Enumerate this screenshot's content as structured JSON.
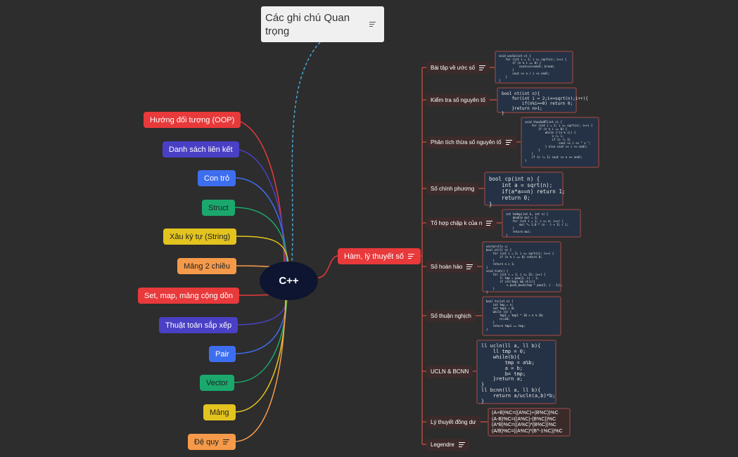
{
  "root": {
    "label": "C++"
  },
  "note_topic": {
    "label": "Các ghi chú Quan trọng"
  },
  "left_topics": [
    {
      "label": "Hướng đối tượng (OOP)",
      "color": "#e8393b"
    },
    {
      "label": "Danh sách liên kết",
      "color": "#4a40c5"
    },
    {
      "label": "Con trỏ",
      "color": "#3e6ef0"
    },
    {
      "label": "Struct",
      "color": "#1aa86c"
    },
    {
      "label": "Xâu ký tự (String)",
      "color": "#e3c41f"
    },
    {
      "label": "Mảng 2 chiều",
      "color": "#f59a4a"
    },
    {
      "label": "Set, map, mảng cộng dồn",
      "color": "#e8393b"
    },
    {
      "label": "Thuật toán sắp xếp",
      "color": "#4a40c5"
    },
    {
      "label": "Pair",
      "color": "#3e6ef0"
    },
    {
      "label": "Vector",
      "color": "#1aa86c"
    },
    {
      "label": "Mảng",
      "color": "#e3c41f"
    },
    {
      "label": "Đệ quy",
      "color": "#f59a4a"
    }
  ],
  "main_right": {
    "label": "Hàm, lý thuyết số",
    "color": "#e8393b"
  },
  "subtopics": [
    {
      "label": "Bài tập về ước số"
    },
    {
      "label": "Kiểm tra số nguyên tố"
    },
    {
      "label": "Phân tích thừa số nguyên tố"
    },
    {
      "label": "Số chính phương"
    },
    {
      "label": "Tổ hợp chập k của n"
    },
    {
      "label": "Số hoàn hảo"
    },
    {
      "label": "Số thuận nghịch"
    },
    {
      "label": "UCLN & BCNN"
    },
    {
      "label": "Lý thuyết đồng dư"
    },
    {
      "label": "Legendre"
    }
  ],
  "code": {
    "c1": "void uocSo(int n) {\n    for (int i = 1; i <= sqrt(n); i++) {\n        if (n % i == 0) {\n            cout<<i<<endl; break;\n        }\n        cout << n / i << endl;\n    }\n}",
    "c2": "bool nt(int n){\n    for(int i = 2;i<=sqrt(n);i++){\n        if(n%i==0) return 0;\n    }return n>1;\n}",
    "c3": "void thuaSoNT(int n) {\n    for (int i = 2; i <= sqrt(n); i++) {\n        if (n % i == 0) {\n            while (!(n % i)) {\n                n /= i;\n                if (n != 1)\n                    cout << i << \" x \";\n            } else cout << i << endl;\n        }\n    }\n    if (n != 1) cout << n << endl;\n}",
    "c4": "bool cp(int n) {\n    int a = sqrt(n);\n    if(a*a==n) return 1;\n    return 0;\n}",
    "c5": "int toHop(int k, int n) {\n    double mul = 1;\n    for (int i = 1; i <= k; i++) {\n        mul *= 1.0 * (n - i + 1) / i;\n    }\n    return mul;\n}",
    "c6": "vector<ll> v;\nbool nt(ll n) {\n    for (int i = 2; i <= sqrt(n); i++) {\n        if (n % i == 0) return 0;\n    }\n    return n > 1;\n}\nvoid tinh() {\n    for (int i = 1; i <= 31; i++) {\n        ll tmp = pow(2, i) - 1;\n        if (nt(tmp) && nt(i))\n            v.push_back(tmp * pow(2, i - 1));\n    }\n}",
    "c7": "bool tn(int n) {\n    int tmp = n;\n    int tmp1 = 0;\n    while (n) {\n        tmp1 = tmp1 * 10 + n % 10;\n        n/=10;\n    }\n    return tmp1 == tmp;\n}",
    "c8": "ll ucln(ll a, ll b){\n    ll tmp = 0;\n    while(b){\n        tmp = a%b;\n        a = b;\n        b= tmp;\n    }return a;\n}\nll bcnn(ll a, ll b){\n    return a/ucln(a,b)*b;\n}",
    "c9": "(A+B)%C=((A%C)+(B%C))%C\n(A-B)%C=((A%C)-(B%C))%C\n(A*B)%C=((A%C)*(B%C))%C\n(A/B)%C=((A%C)*(B^-1%C))%C"
  },
  "colors": {
    "background": "#2d2d2d",
    "root_fill": "#0d1530",
    "subtopic_line": "#b94a3e",
    "code_border": "#6b3d3d",
    "code_fill": "#253245",
    "dashed_link": "#4aa6d6"
  }
}
